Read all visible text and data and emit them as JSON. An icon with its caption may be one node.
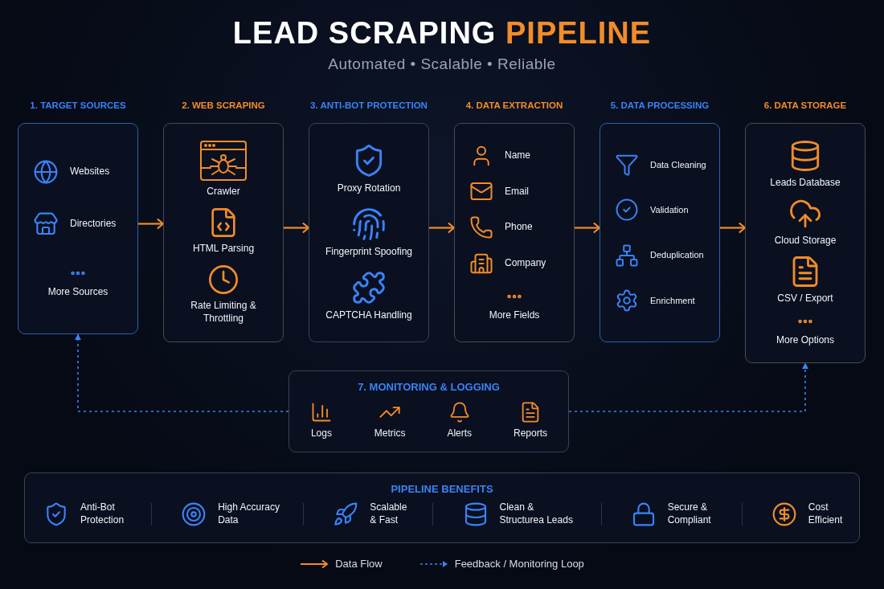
{
  "diagram": {
    "title": "LEAD SCRAPING PIPELINE",
    "nodes": [
      {
        "text": [
          "1. TARGET SOURCES",
          "Websites",
          "Directories",
          "More Sources"
        ]
      },
      {
        "text": [
          "2. WEB SCRAPING",
          "Crawler",
          "HTML Parsing",
          "Rate Limiting & Throttling"
        ]
      },
      {
        "text": [
          "3. ANTI-BOT PROTECTION",
          "Proxy Rotation",
          "Fingerprint Spoofing",
          "CAPTCHA Handling"
        ]
      },
      {
        "text": [
          "4. DATA EXTRACTION",
          "Name",
          "Email",
          "Phone",
          "Company",
          "More Fields"
        ]
      },
      {
        "text": [
          "5. DATA PROCESSING",
          "Data Cleaning",
          "Validation",
          "Deduplication",
          "Enrichment"
        ]
      },
      {
        "text": [
          "6. DATA STORAGE",
          "Leads Database",
          "Cloud Storage",
          "CSV / Export",
          "More Options"
        ]
      },
      {
        "text": [
          "7. MONITORING & LOGGING",
          "Logs",
          "Metrics",
          "Alerts",
          "Reports"
        ]
      },
      {
        "text": [
          "PIPELINE BENEFITS",
          "Anti-Bot Protection",
          "High Accuracy Data",
          "Scalable & Fast",
          "Clean & Structurea Leads",
          "Secure & Compliant",
          "Cost Efficient"
        ]
      }
    ],
    "edges": [
      {
        "from": 0,
        "to": 1,
        "arrow": "to"
      },
      {
        "from": 1,
        "to": 2,
        "arrow": "to"
      },
      {
        "from": 2,
        "to": 3,
        "arrow": "to"
      },
      {
        "from": 3,
        "to": 4,
        "arrow": "to"
      },
      {
        "from": 4,
        "to": 5,
        "arrow": "to"
      },
      {
        "from": 6,
        "to": 0,
        "arrow": "to",
        "style": "dashed",
        "color": "#3b82f6"
      },
      {
        "from": 6,
        "to": 5,
        "arrow": "to",
        "style": "dashed",
        "color": "#3b82f6"
      }
    ],
    "labels": [
      "Automated • Scalable • Reliable"
    ],
    "legend": [
      {
        "text": "Data Flow"
      },
      {
        "text": "Feedback / Monitoring Loop"
      }
    ]
  }
}
